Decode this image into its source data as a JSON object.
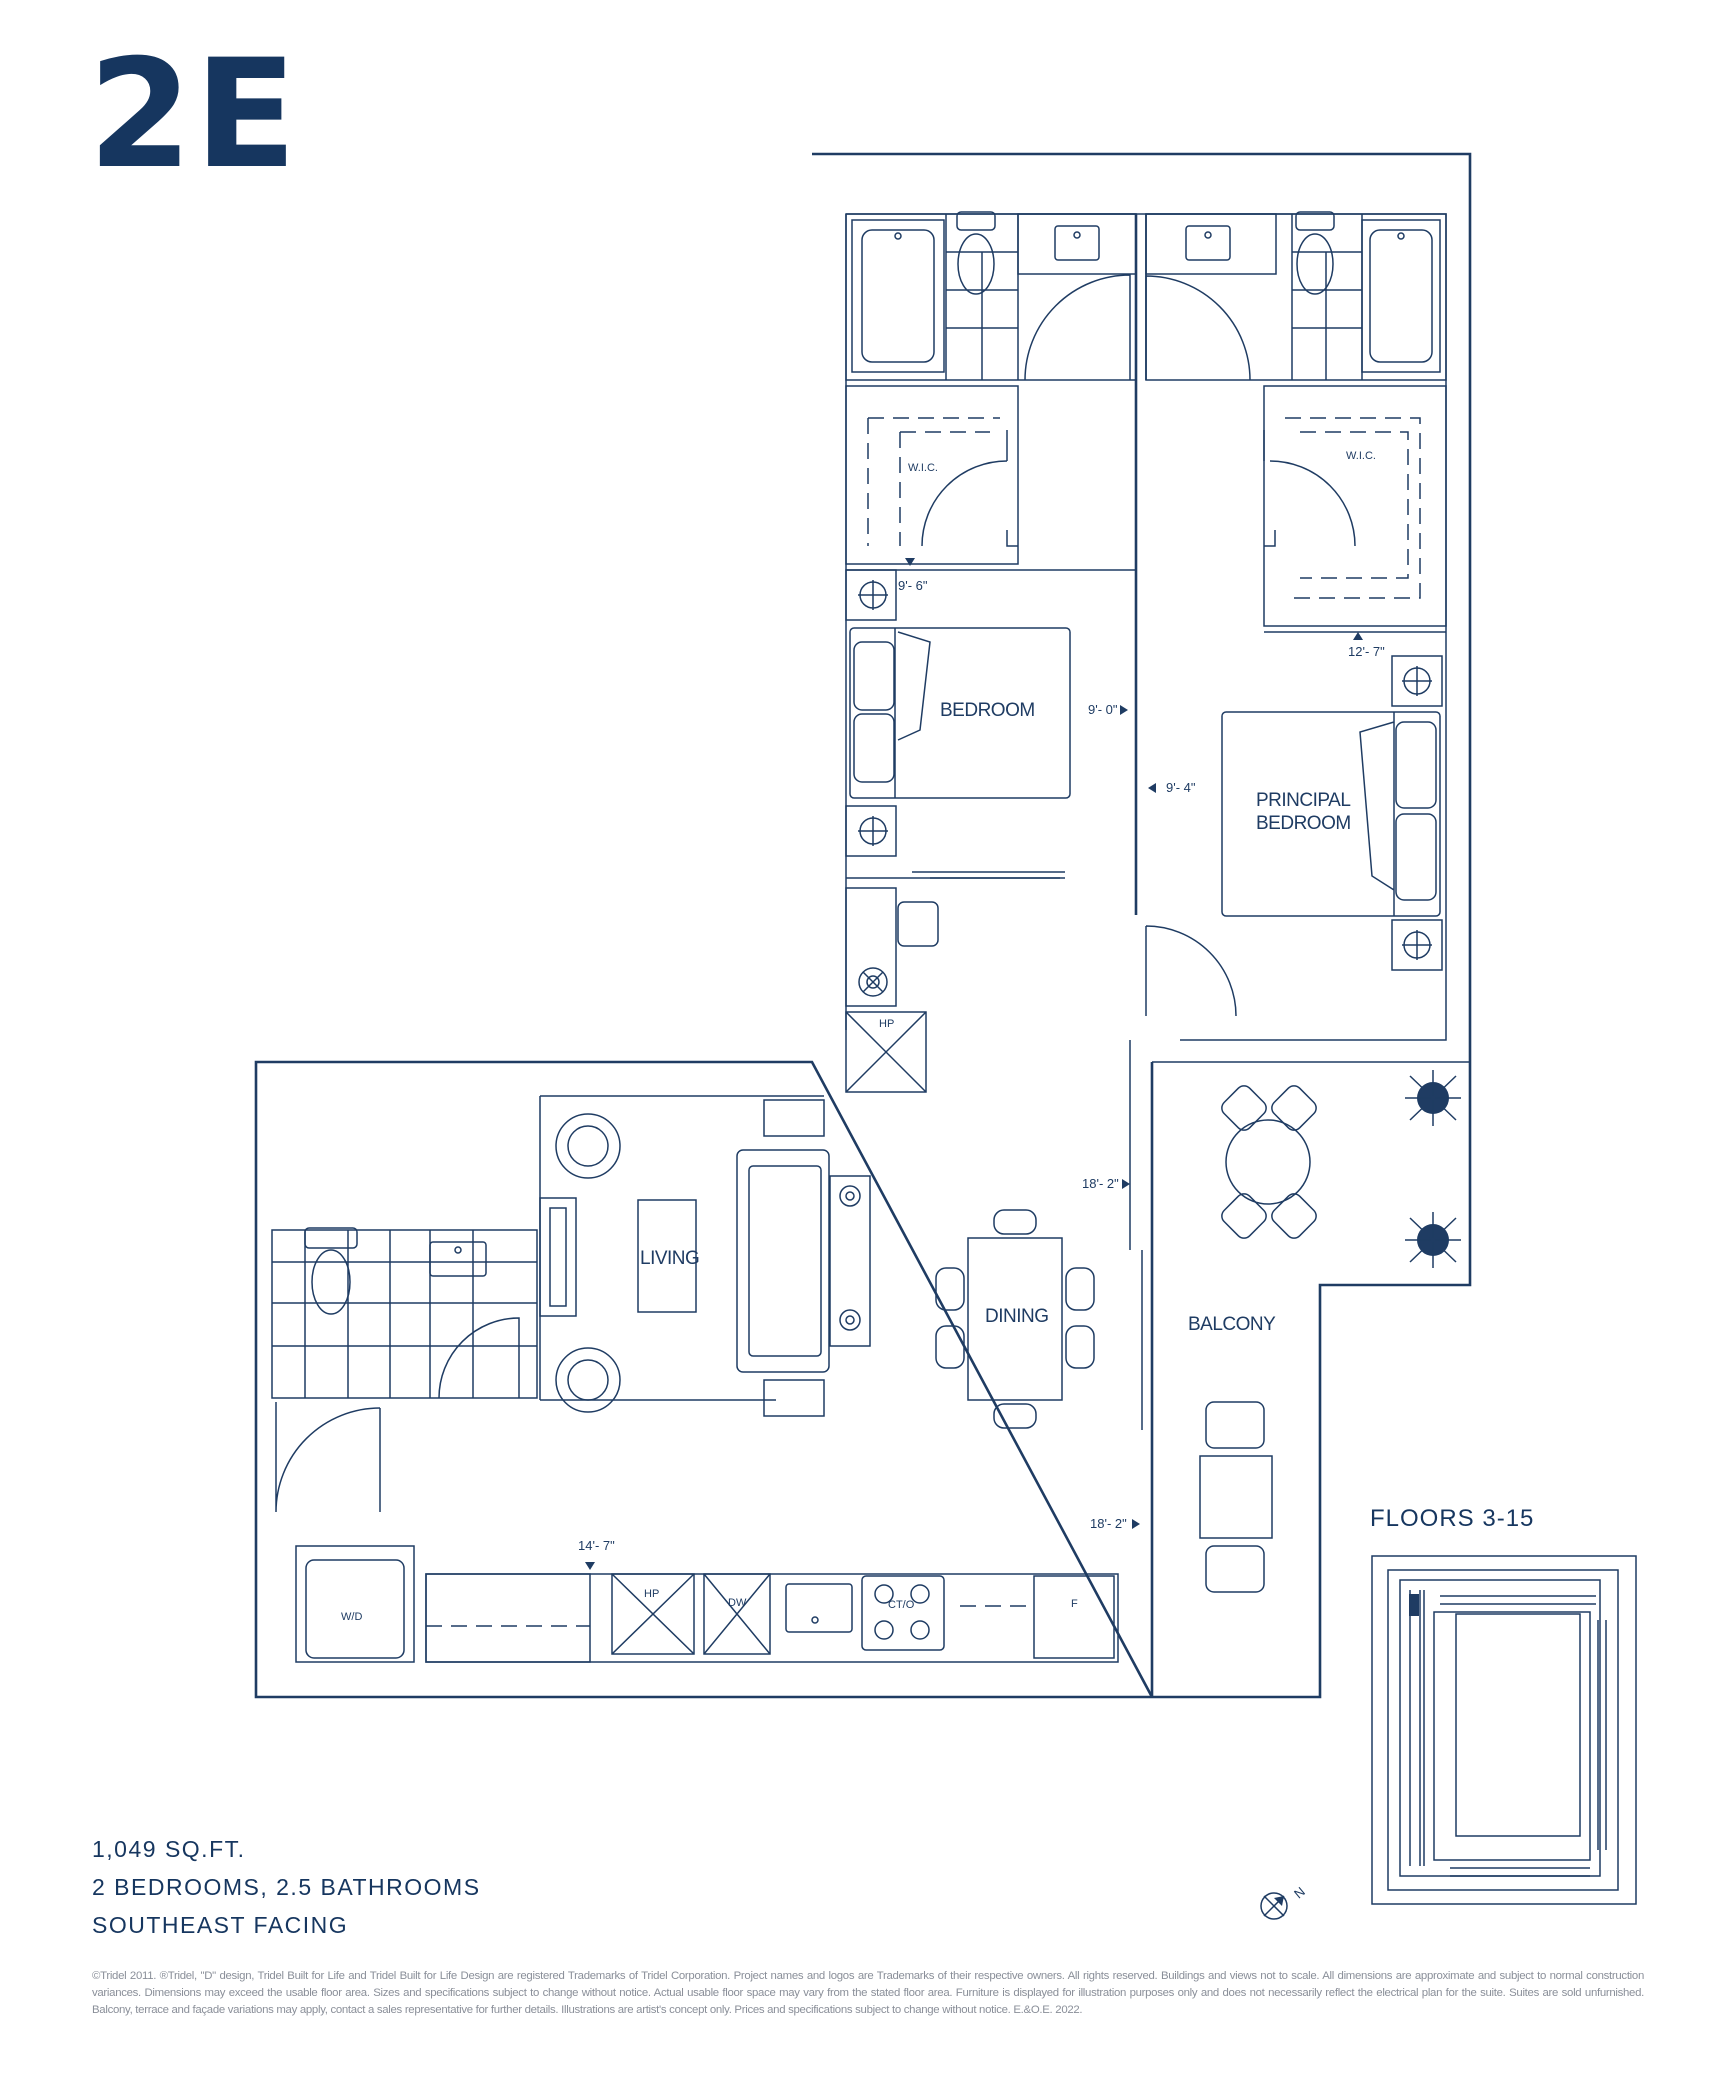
{
  "unit": {
    "name": "2E"
  },
  "rooms": {
    "bedroom": "BEDROOM",
    "principal_bedroom_line1": "PRINCIPAL",
    "principal_bedroom_line2": "BEDROOM",
    "living": "LIVING",
    "dining": "DINING",
    "balcony": "BALCONY",
    "wic_left": "W.I.C.",
    "wic_right": "W.I.C."
  },
  "fixtures": {
    "hp_closet": "HP",
    "hp_kitchen": "HP",
    "washer_dryer": "W/D",
    "dishwasher": "DW",
    "cooktop_oven": "CT/O",
    "fridge": "F"
  },
  "dimensions": {
    "bedroom_width": "9'- 6\"",
    "bedroom_length": "9'- 0\"",
    "principal_width": "12'- 7\"",
    "principal_length": "9'- 4\"",
    "living_dining_upper": "18'- 2\"",
    "living_dining_lower": "18'- 2\"",
    "kitchen": "14'- 7\""
  },
  "key_plan": {
    "title": "FLOORS 3-15",
    "north": "N"
  },
  "stats": {
    "area": "1,049 SQ.FT.",
    "bedrooms": "2 BEDROOMS, 2.5 BATHROOMS",
    "facing": "SOUTHEAST FACING"
  },
  "disclaimer": "©Tridel 2011. ®Tridel, \"D\" design, Tridel Built for Life and Tridel Built for Life Design are registered Trademarks of Tridel Corporation. Project names and logos are Trademarks of their respective owners. All rights reserved. Buildings and views not to scale. All dimensions are approximate and subject to normal construction variances. Dimensions may exceed the usable floor area. Sizes and specifications subject to change without notice. Actual usable floor space may vary from the stated floor area. Furniture is displayed for illustration purposes only and does not necessarily reflect the electrical plan for the suite. Suites are sold unfurnished. Balcony, terrace and façade variations may apply, contact a sales representative for further details. Illustrations are artist's concept only. Prices and specifications subject to change without notice. E.&O.E. 2022.",
  "colors": {
    "brand": "#16365f",
    "line": "#1f3c63",
    "disclaimer": "#8a8f99"
  }
}
